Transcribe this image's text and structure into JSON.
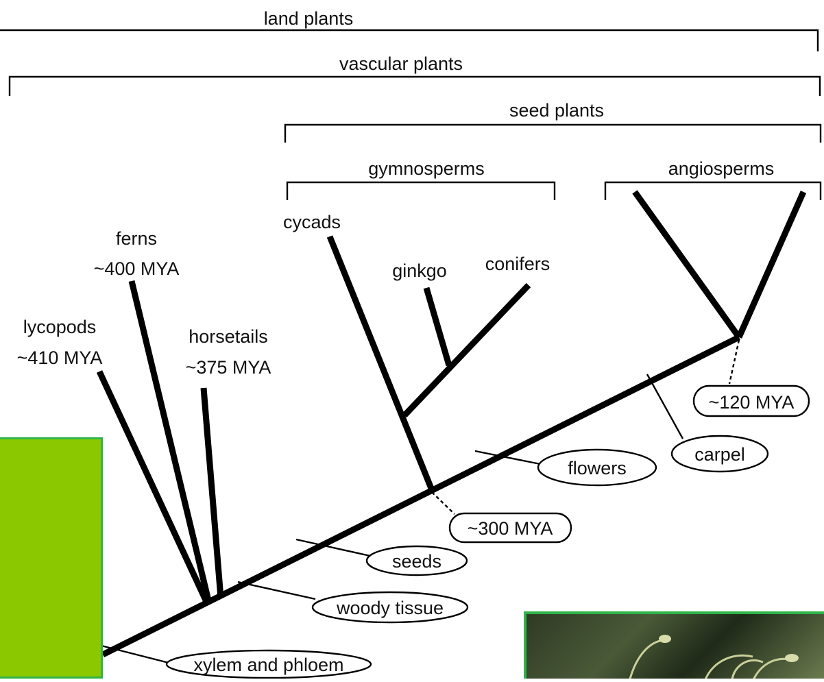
{
  "diagram": {
    "groups": {
      "land_plants": "land plants",
      "vascular_plants": "vascular plants",
      "seed_plants": "seed plants",
      "gymnosperms": "gymnosperms",
      "angiosperms": "angiosperms"
    },
    "taxa": {
      "ferns_name": "ferns",
      "ferns_age": "~400 MYA",
      "lycopods_name": "lycopods",
      "lycopods_age": "~410 MYA",
      "horsetails_name": "horsetails",
      "horsetails_age": "~375 MYA",
      "cycads": "cycads",
      "ginkgo": "ginkgo",
      "conifers": "conifers"
    },
    "traits": {
      "xylem": "xylem and phloem",
      "woody": "woody tissue",
      "seeds": "seeds",
      "flowers": "flowers",
      "carpel": "carpel"
    },
    "dates": {
      "seed_split": "~300 MYA",
      "angio_split": "~120 MYA"
    }
  },
  "colors": {
    "panel_green": "#8cc800",
    "panel_border": "#2fb44a"
  }
}
